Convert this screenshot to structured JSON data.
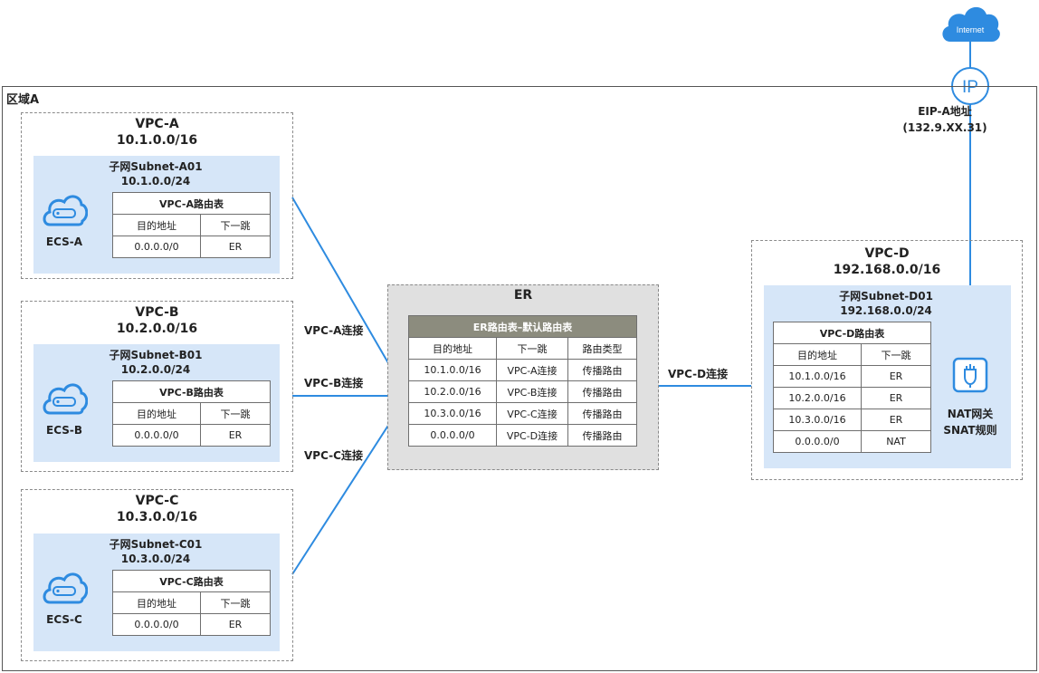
{
  "region": {
    "label": "区域A"
  },
  "colors": {
    "connection_line": "#2e8be0",
    "subnet_bg": "#d6e6f8",
    "er_bg": "#e0e0e0",
    "er_header": "#8c8c7e"
  },
  "internet": {
    "label": "Internet",
    "icon": "cloud-icon"
  },
  "eip": {
    "icon": "ip-icon",
    "label": "EIP-A地址",
    "address": "(132.9.XX.31)"
  },
  "vpcs": [
    {
      "name": "VPC-A",
      "cidr": "10.1.0.0/16",
      "subnet_name": "子网Subnet-A01",
      "subnet_cidr": "10.1.0.0/24",
      "ecs": "ECS-A",
      "table_title": "VPC-A路由表",
      "col_dest": "目的地址",
      "col_next": "下一跳",
      "rows": [
        {
          "dest": "0.0.0.0/0",
          "next": "ER"
        }
      ]
    },
    {
      "name": "VPC-B",
      "cidr": "10.2.0.0/16",
      "subnet_name": "子网Subnet-B01",
      "subnet_cidr": "10.2.0.0/24",
      "ecs": "ECS-B",
      "table_title": "VPC-B路由表",
      "col_dest": "目的地址",
      "col_next": "下一跳",
      "rows": [
        {
          "dest": "0.0.0.0/0",
          "next": "ER"
        }
      ]
    },
    {
      "name": "VPC-C",
      "cidr": "10.3.0.0/16",
      "subnet_name": "子网Subnet-C01",
      "subnet_cidr": "10.3.0.0/24",
      "ecs": "ECS-C",
      "table_title": "VPC-C路由表",
      "col_dest": "目的地址",
      "col_next": "下一跳",
      "rows": [
        {
          "dest": "0.0.0.0/0",
          "next": "ER"
        }
      ]
    }
  ],
  "connections": {
    "a": "VPC-A连接",
    "b": "VPC-B连接",
    "c": "VPC-C连接",
    "d": "VPC-D连接"
  },
  "er": {
    "title": "ER",
    "table_title": "ER路由表–默认路由表",
    "col_dest": "目的地址",
    "col_next": "下一跳",
    "col_type": "路由类型",
    "rows": [
      {
        "dest": "10.1.0.0/16",
        "next": "VPC-A连接",
        "type": "传播路由"
      },
      {
        "dest": "10.2.0.0/16",
        "next": "VPC-B连接",
        "type": "传播路由"
      },
      {
        "dest": "10.3.0.0/16",
        "next": "VPC-C连接",
        "type": "传播路由"
      },
      {
        "dest": "0.0.0.0/0",
        "next": "VPC-D连接",
        "type": "传播路由"
      }
    ]
  },
  "vpc_d": {
    "name": "VPC-D",
    "cidr": "192.168.0.0/16",
    "subnet_name": "子网Subnet-D01",
    "subnet_cidr": "192.168.0.0/24",
    "table_title": "VPC-D路由表",
    "col_dest": "目的地址",
    "col_next": "下一跳",
    "rows": [
      {
        "dest": "10.1.0.0/16",
        "next": "ER"
      },
      {
        "dest": "10.2.0.0/16",
        "next": "ER"
      },
      {
        "dest": "10.3.0.0/16",
        "next": "ER"
      },
      {
        "dest": "0.0.0.0/0",
        "next": "NAT"
      }
    ],
    "nat_label": "NAT网关",
    "snat_label": "SNAT规则"
  }
}
